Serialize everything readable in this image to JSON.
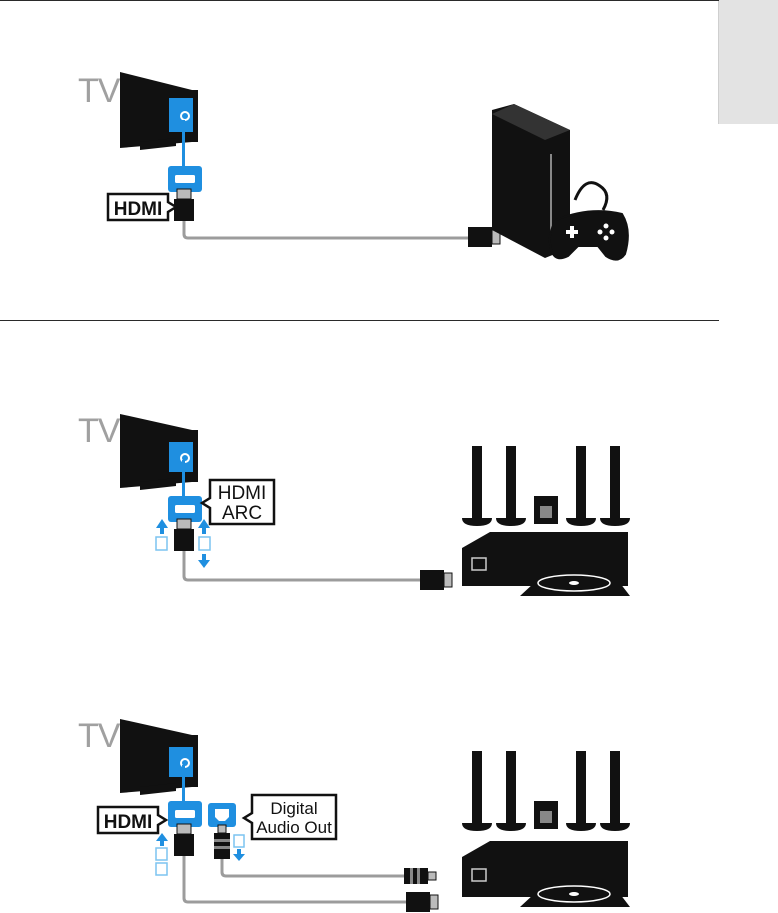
{
  "colors": {
    "accent": "#1f8fe0",
    "cable": "#9c9c9c",
    "device": "#111111",
    "tv_label": "#a0a0a0",
    "side_tab": "#e3e3e3"
  },
  "diagrams": [
    {
      "tv_label": "TV",
      "port_label": "HDMI",
      "device_icon": "game-console-icon"
    },
    {
      "tv_label": "TV",
      "port_label_line1": "HDMI",
      "port_label_line2": "ARC",
      "device_icon": "home-theatre-icon"
    },
    {
      "tv_label": "TV",
      "port_label": "HDMI",
      "audio_label_line1": "Digital",
      "audio_label_line2": "Audio Out",
      "device_icon": "home-theatre-icon"
    }
  ]
}
